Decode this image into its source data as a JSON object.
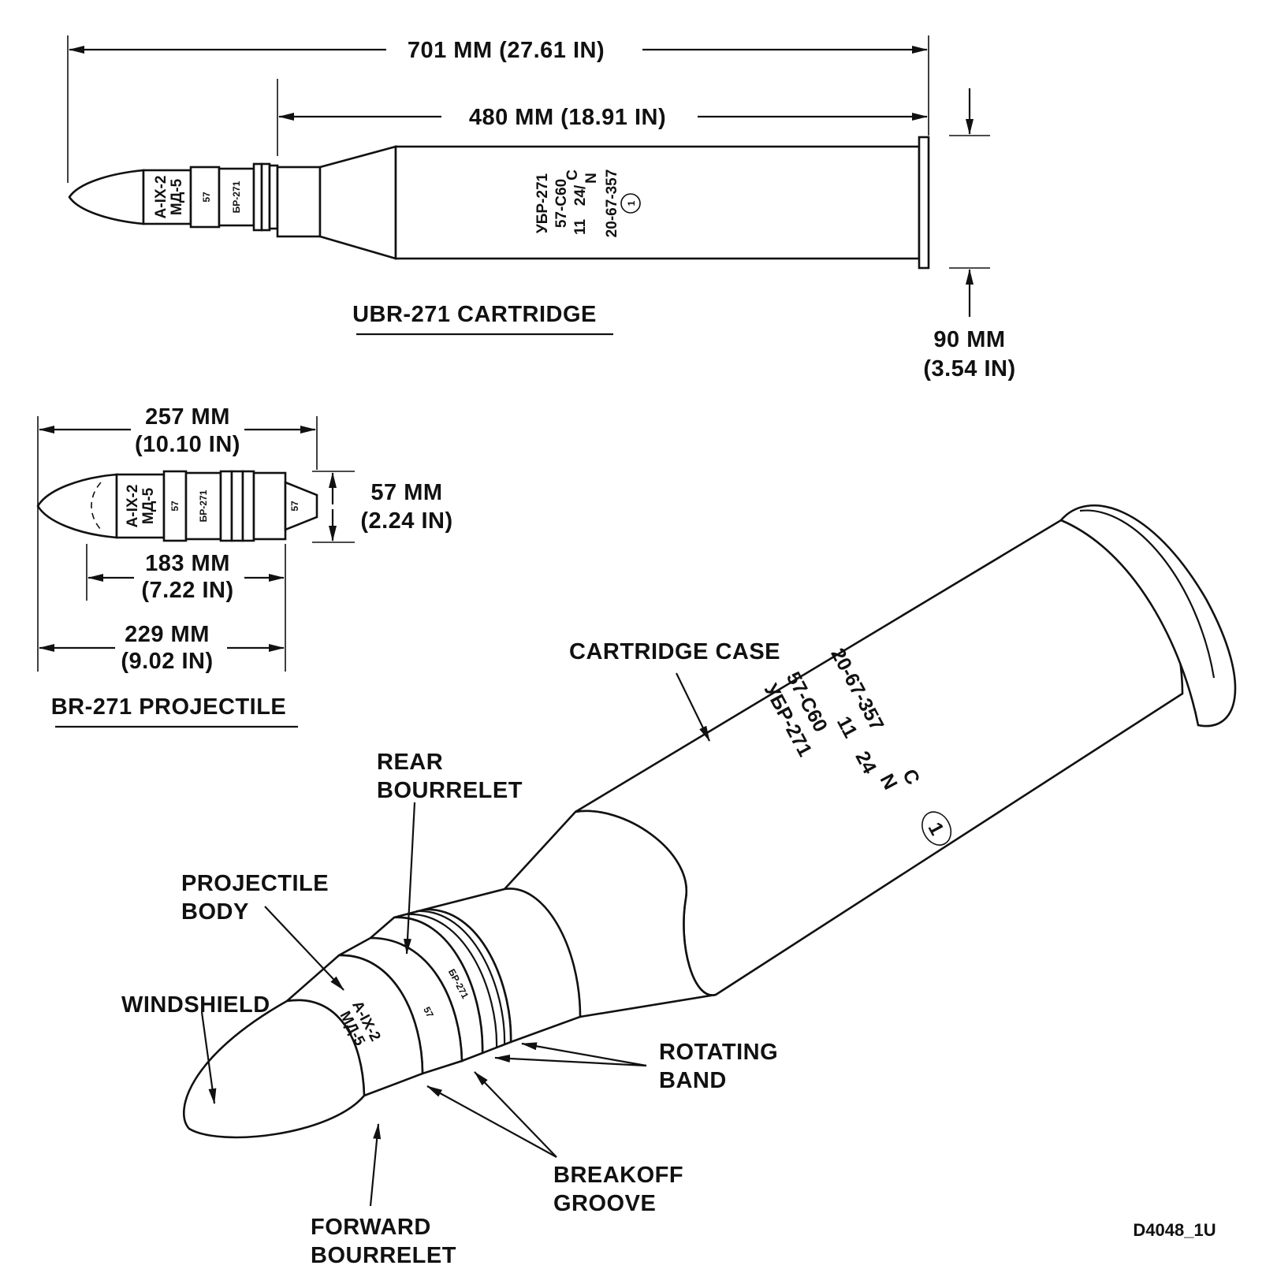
{
  "cartridge_side": {
    "overall_length": "701 MM (27.61 IN)",
    "case_length": "480 MM (18.91 IN)",
    "rim_diameter_mm": "90 MM",
    "rim_diameter_in": "(3.54 IN)",
    "title": "UBR-271 CARTRIDGE",
    "case_marking": [
      "УБР-271",
      "57-С60",
      "11",
      "24/",
      "N",
      "С",
      "20-67-357",
      "1"
    ],
    "projectile_marking": [
      "А-IX-2",
      "МД-5",
      "57",
      "БР-271"
    ]
  },
  "projectile_side": {
    "length_overall_mm": "257 MM",
    "length_overall_in": "(10.10 IN)",
    "diameter_mm": "57 MM",
    "diameter_in": "(2.24 IN)",
    "body_length_mm": "183 MM",
    "body_length_in": "(7.22 IN)",
    "length_mm": "229 MM",
    "length_in": "(9.02 IN)",
    "title": "BR-271 PROJECTILE",
    "base_marking": "57"
  },
  "isometric": {
    "labels": {
      "cartridge_case": "CARTRIDGE CASE",
      "rear_bourrelet_1": "REAR",
      "rear_bourrelet_2": "BOURRELET",
      "projectile_body_1": "PROJECTILE",
      "projectile_body_2": "BODY",
      "windshield": "WINDSHIELD",
      "rotating_band_1": "ROTATING",
      "rotating_band_2": "BAND",
      "breakoff_groove_1": "BREAKOFF",
      "breakoff_groove_2": "GROOVE",
      "forward_bourrelet_1": "FORWARD",
      "forward_bourrelet_2": "BOURRELET"
    },
    "case_marking": [
      "УБР-271",
      "57-С60",
      "11",
      "24",
      "N",
      "С",
      "20-67-357",
      "1"
    ],
    "projectile_marking": [
      "А-IX-2",
      "МД-5",
      "57",
      "БР-271"
    ]
  },
  "figure_id": "D4048_1U"
}
